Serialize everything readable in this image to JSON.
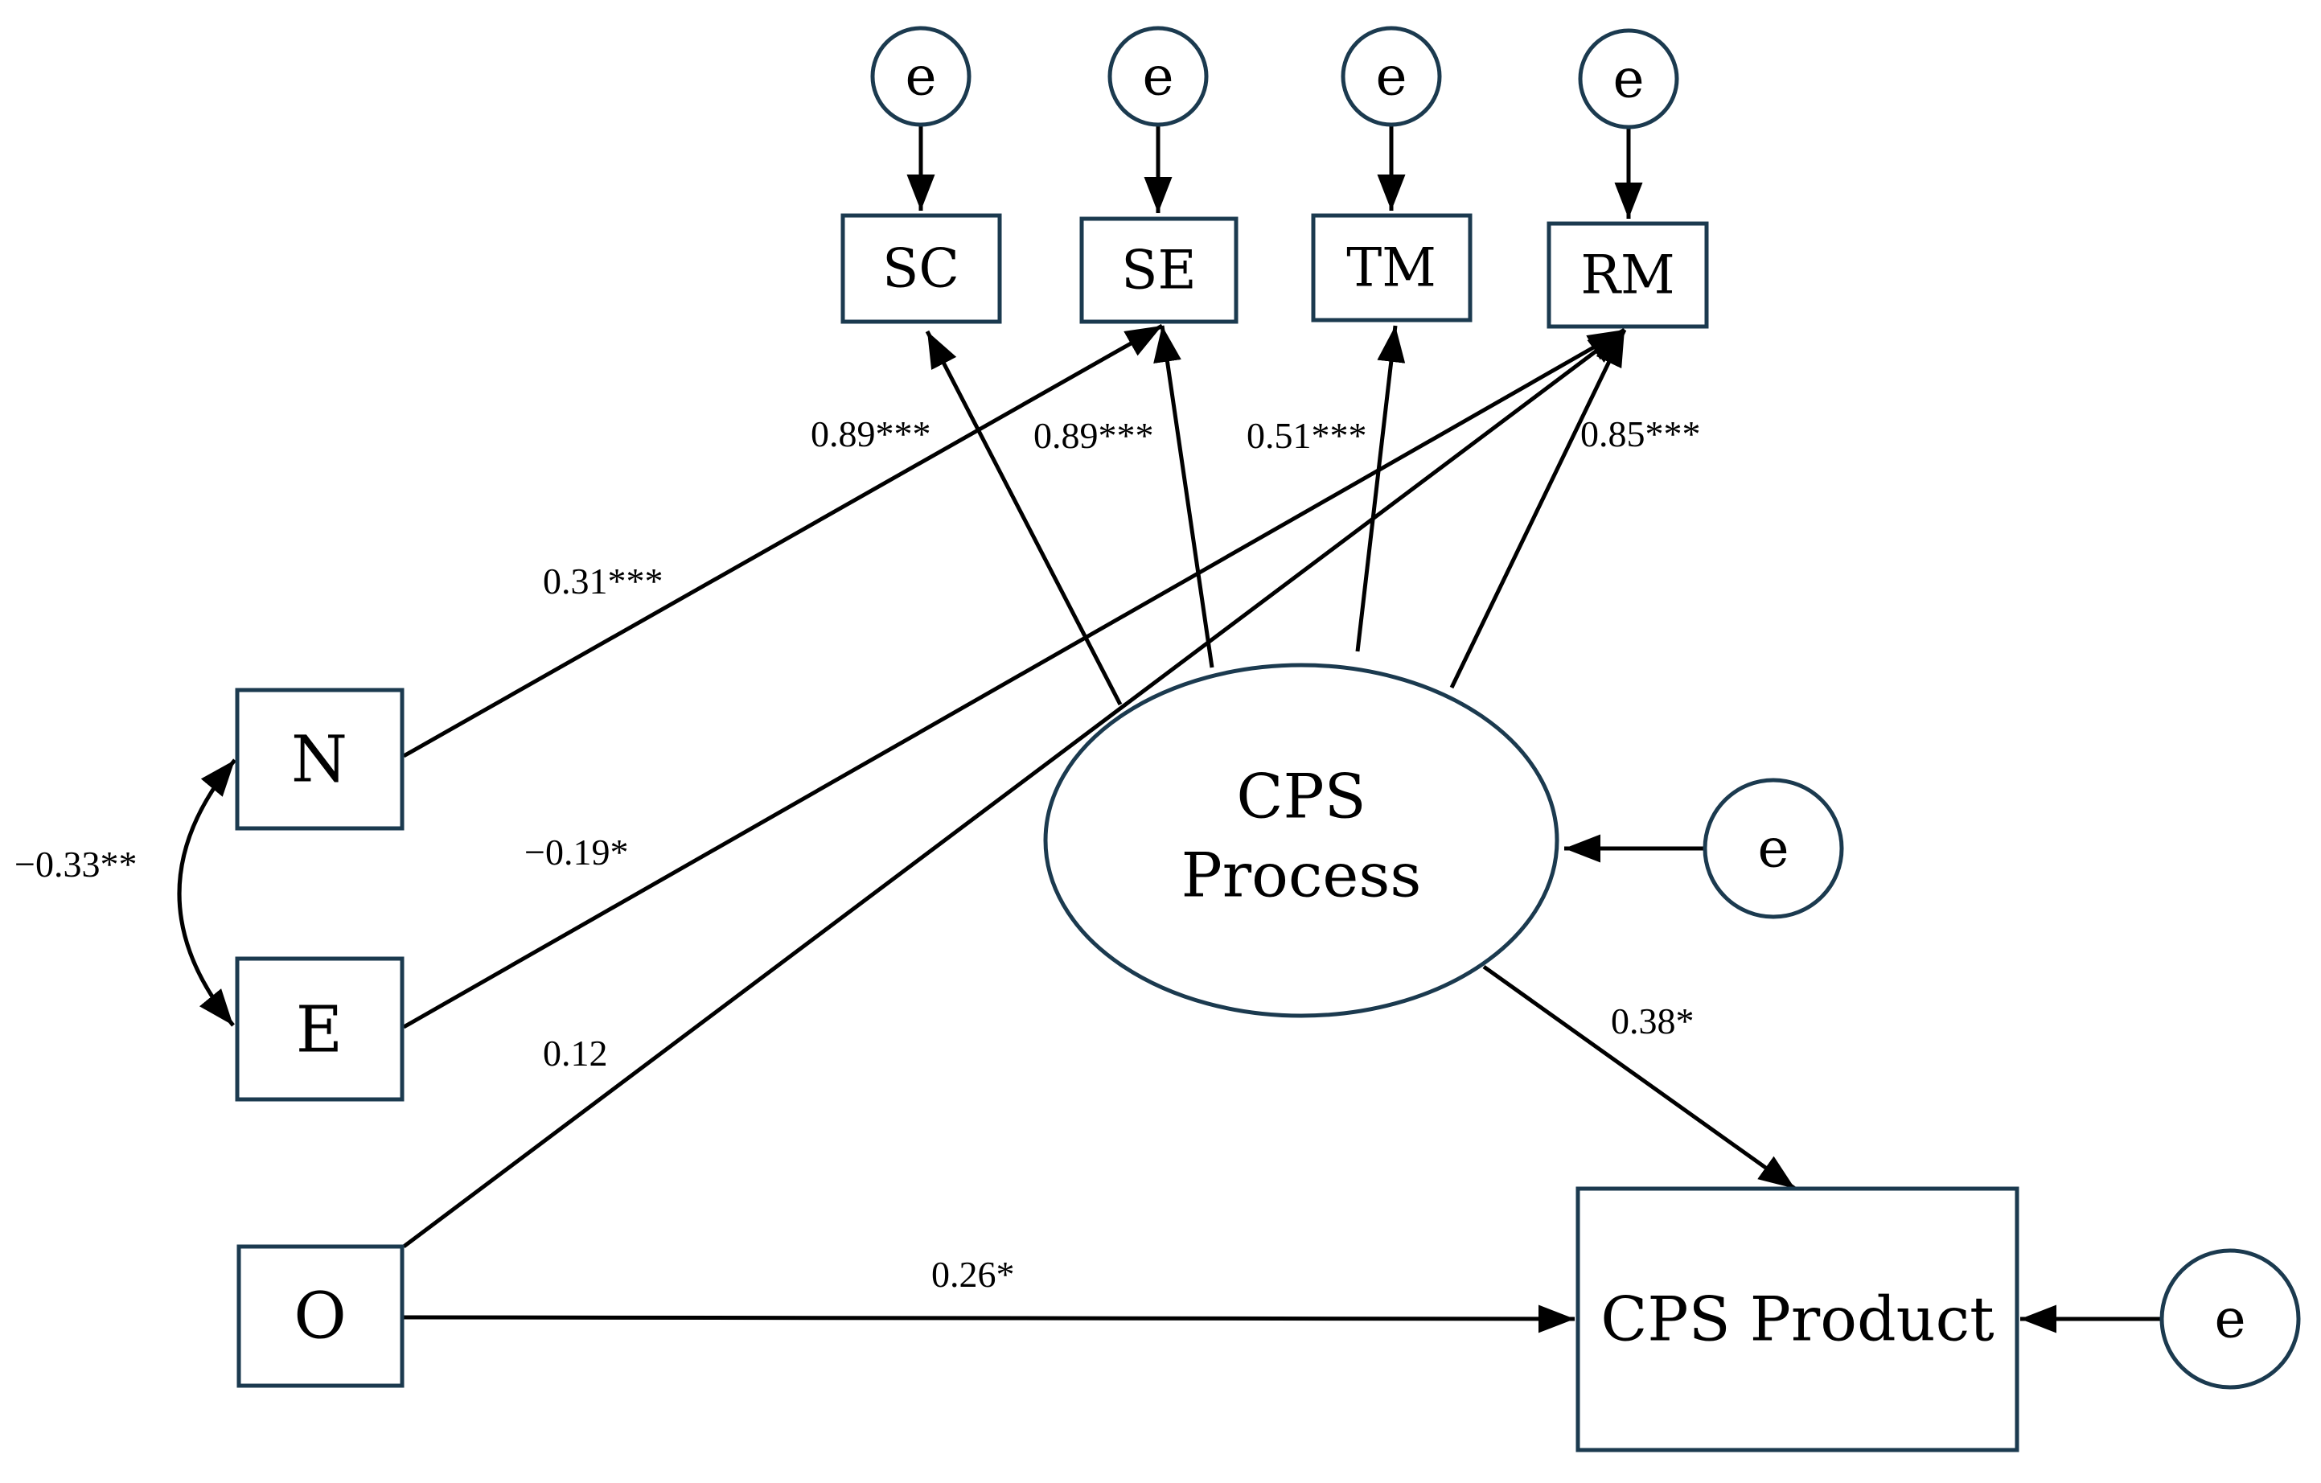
{
  "nodes": {
    "sc": "SC",
    "se": "SE",
    "tm": "TM",
    "rm": "RM",
    "n": "N",
    "e": "E",
    "o": "O",
    "cps_process_line1": "CPS",
    "cps_process_line2": "Process",
    "cps_product": "CPS Product"
  },
  "error_label": "e",
  "coefficients": {
    "process_to_sc": "0.89***",
    "process_to_se": "0.89***",
    "process_to_tm": "0.51***",
    "process_to_rm": "0.85***",
    "n_to_se": "0.31***",
    "e_to_rm": "−0.19*",
    "o_to_rm": "0.12",
    "n_e_covariance": "−0.33**",
    "process_to_product": "0.38*",
    "o_to_product": "0.26*"
  },
  "colors": {
    "node_stroke": "#1b3a4f",
    "arrow": "#000000"
  }
}
